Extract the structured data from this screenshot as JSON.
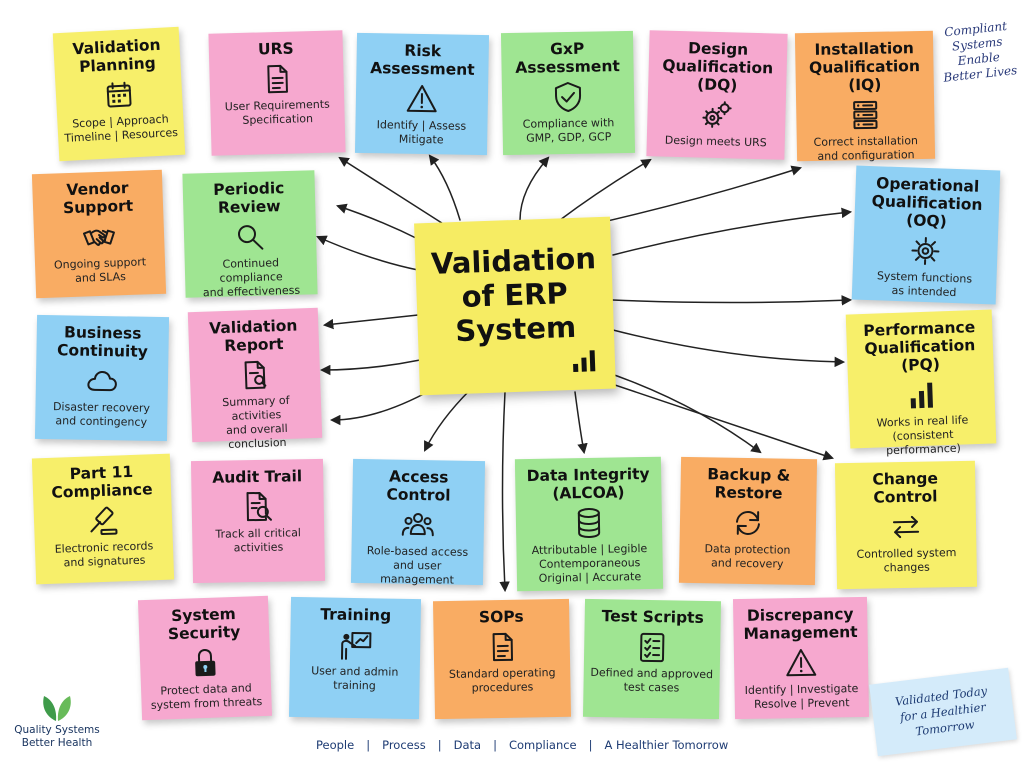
{
  "center": {
    "title": "Validation\nof ERP\nSystem",
    "icon": "bar-chart-icon"
  },
  "notes": [
    {
      "id": "validation-planning",
      "title": "Validation\nPlanning",
      "desc": "Scope | Approach\nTimeline | Resources",
      "icon": "calendar-icon",
      "color": "yellow"
    },
    {
      "id": "urs",
      "title": "URS",
      "desc": "User Requirements\nSpecification",
      "icon": "document-icon",
      "color": "pink"
    },
    {
      "id": "risk-assessment",
      "title": "Risk\nAssessment",
      "desc": "Identify | Assess\nMitigate",
      "icon": "warning-icon",
      "color": "blue"
    },
    {
      "id": "gxp-assessment",
      "title": "GxP\nAssessment",
      "desc": "Compliance with\nGMP, GDP, GCP",
      "icon": "shield-check-icon",
      "color": "green"
    },
    {
      "id": "design-qualification",
      "title": "Design\nQualification\n(DQ)",
      "desc": "Design meets URS",
      "icon": "gears-icon",
      "color": "pink"
    },
    {
      "id": "installation-qualification",
      "title": "Installation\nQualification\n(IQ)",
      "desc": "Correct installation\nand configuration",
      "icon": "server-icon",
      "color": "orange"
    },
    {
      "id": "vendor-support",
      "title": "Vendor\nSupport",
      "desc": "Ongoing support\nand SLAs",
      "icon": "handshake-icon",
      "color": "orange"
    },
    {
      "id": "periodic-review",
      "title": "Periodic\nReview",
      "desc": "Continued compliance\nand effectiveness",
      "icon": "magnifier-icon",
      "color": "green"
    },
    {
      "id": "operational-qualification",
      "title": "Operational\nQualification\n(OQ)",
      "desc": "System functions\nas intended",
      "icon": "gear-icon",
      "color": "blue"
    },
    {
      "id": "business-continuity",
      "title": "Business\nContinuity",
      "desc": "Disaster recovery\nand contingency",
      "icon": "cloud-icon",
      "color": "blue"
    },
    {
      "id": "validation-report",
      "title": "Validation\nReport",
      "desc": "Summary of activities\nand overall conclusion",
      "icon": "report-icon",
      "color": "pink"
    },
    {
      "id": "performance-qualification",
      "title": "Performance\nQualification\n(PQ)",
      "desc": "Works in real life\n(consistent performance)",
      "icon": "bar-chart-icon",
      "color": "yellow"
    },
    {
      "id": "part-11-compliance",
      "title": "Part 11\nCompliance",
      "desc": "Electronic records\nand signatures",
      "icon": "gavel-icon",
      "color": "yellow"
    },
    {
      "id": "audit-trail",
      "title": "Audit Trail",
      "desc": "Track all critical\nactivities",
      "icon": "document-search-icon",
      "color": "pink"
    },
    {
      "id": "access-control",
      "title": "Access\nControl",
      "desc": "Role-based access\nand user management",
      "icon": "users-icon",
      "color": "blue"
    },
    {
      "id": "data-integrity",
      "title": "Data Integrity\n(ALCOA)",
      "desc": "Attributable | Legible\nContemporaneous\nOriginal | Accurate",
      "icon": "database-icon",
      "color": "green"
    },
    {
      "id": "backup-restore",
      "title": "Backup &\nRestore",
      "desc": "Data protection\nand recovery",
      "icon": "refresh-icon",
      "color": "orange"
    },
    {
      "id": "change-control",
      "title": "Change\nControl",
      "desc": "Controlled system\nchanges",
      "icon": "swap-arrows-icon",
      "color": "yellow"
    },
    {
      "id": "system-security",
      "title": "System\nSecurity",
      "desc": "Protect data and\nsystem from threats",
      "icon": "lock-icon",
      "color": "pink"
    },
    {
      "id": "training",
      "title": "Training",
      "desc": "User and admin\ntraining",
      "icon": "presenter-icon",
      "color": "blue"
    },
    {
      "id": "sops",
      "title": "SOPs",
      "desc": "Standard operating\nprocedures",
      "icon": "document-icon",
      "color": "orange"
    },
    {
      "id": "test-scripts",
      "title": "Test Scripts",
      "desc": "Defined and approved\ntest cases",
      "icon": "checklist-icon",
      "color": "green"
    },
    {
      "id": "discrepancy-management",
      "title": "Discrepancy\nManagement",
      "desc": "Identify | Investigate\nResolve | Prevent",
      "icon": "warning-icon",
      "color": "pink"
    }
  ],
  "corner_note": "Compliant\nSystems\nEnable\nBetter Lives",
  "brand": {
    "text": "Quality Systems\nBetter Health",
    "icon": "leaf-icon"
  },
  "footer": [
    "People",
    "Process",
    "Data",
    "Compliance",
    "A Healthier Tomorrow"
  ],
  "stamp": "Validated Today\nfor a Healthier Tomorrow",
  "colors": {
    "yellow": "#f7ef6a",
    "pink": "#f6a8cf",
    "blue": "#8fd0f4",
    "green": "#9fe592",
    "orange": "#f9ac63",
    "center": "#f6ec63",
    "footer_text": "#1d3b73",
    "arrow": "#222222",
    "brand_green": "#3f9b4a"
  }
}
